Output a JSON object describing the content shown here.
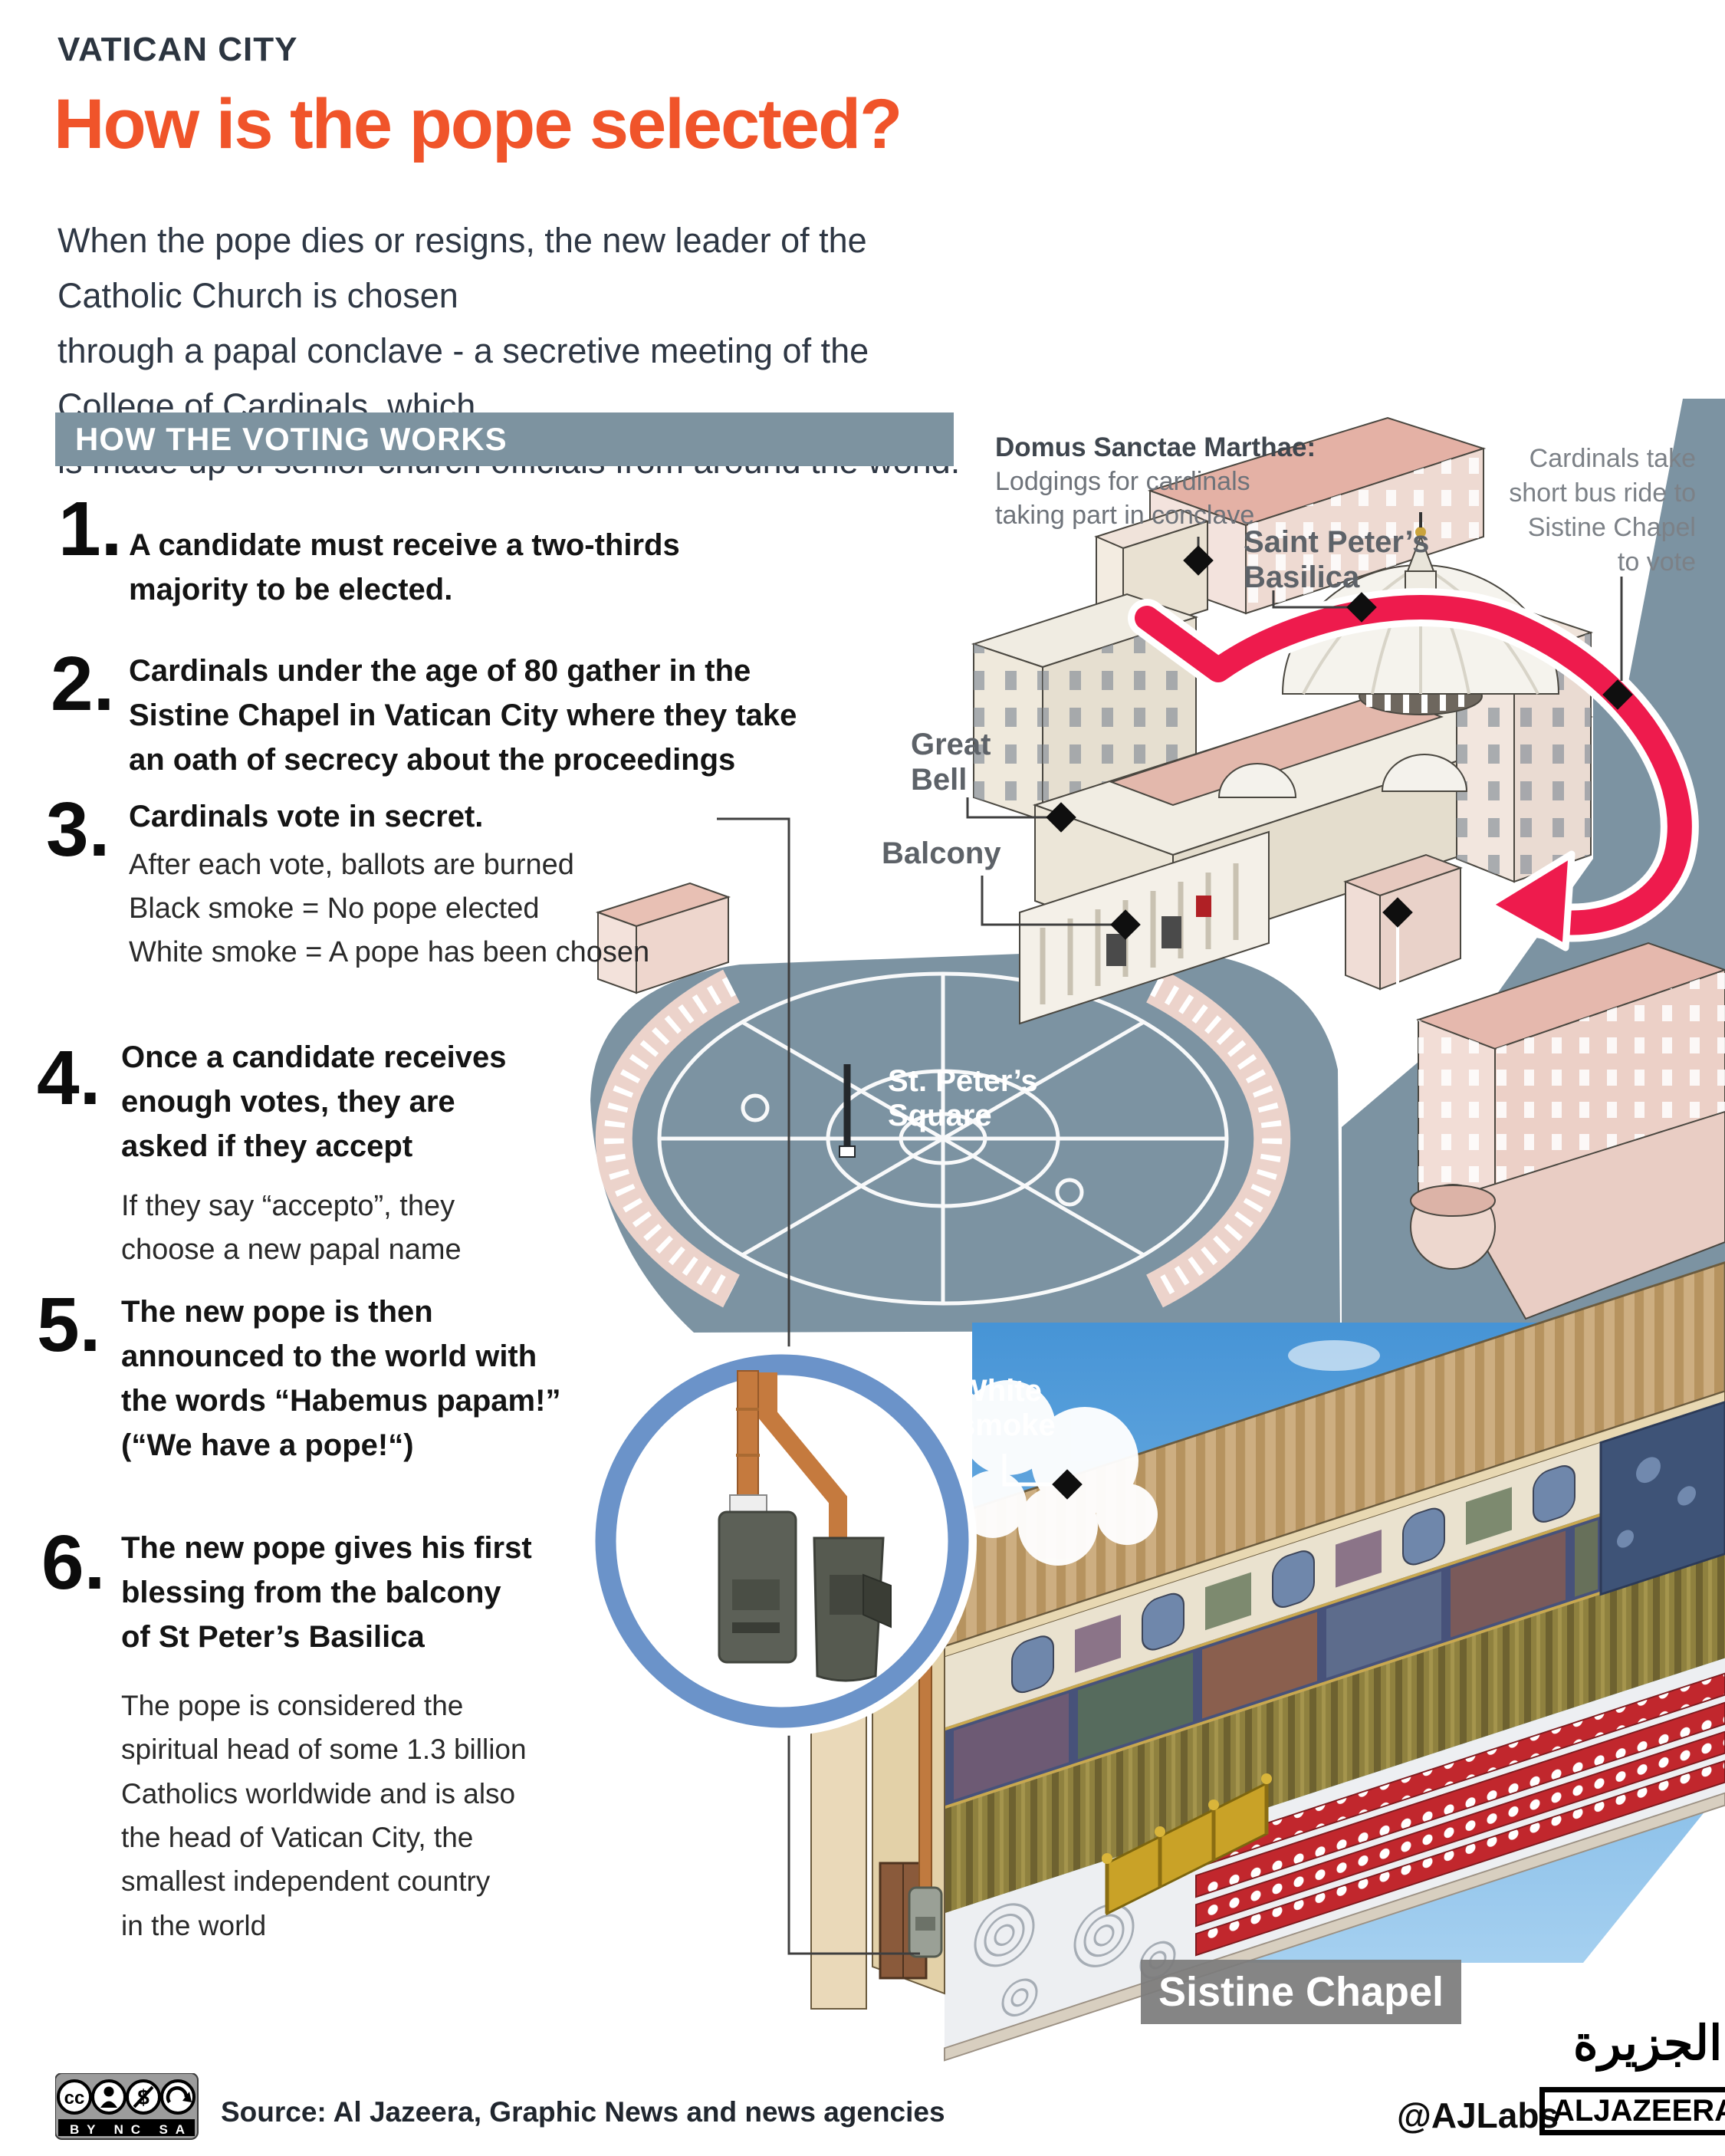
{
  "header": {
    "kicker": "VATICAN CITY",
    "title": "How is the pope selected?",
    "intro": "When the pope dies or resigns, the new leader of the Catholic Church is chosen\nthrough a papal conclave - a secretive meeting of the College of Cardinals, which\nis made up of senior church officials from around the world."
  },
  "section": {
    "title": "HOW THE VOTING WORKS"
  },
  "steps": [
    {
      "num": "1.",
      "heading": "A candidate must receive a two-thirds\nmajority to be elected.",
      "body": ""
    },
    {
      "num": "2.",
      "heading": "Cardinals under the age of 80 gather in the\nSistine Chapel in Vatican City where they take\nan oath of secrecy about the proceedings",
      "body": ""
    },
    {
      "num": "3.",
      "heading": "Cardinals vote in secret.",
      "body": "After each vote, ballots are burned\nBlack smoke = No pope elected\nWhite smoke = A pope has been chosen"
    },
    {
      "num": "4.",
      "heading": "Once a candidate receives\nenough votes, they are\nasked if they accept",
      "body": "If they say “accepto”, they\nchoose a new papal name"
    },
    {
      "num": "5.",
      "heading": "The new pope is then\nannounced to the world with\n the words “Habemus papam!”\n(“We have a pope!“)",
      "body": ""
    },
    {
      "num": "6.",
      "heading": "The new pope gives his first\nblessing from the balcony\nof St Peter’s Basilica",
      "body": ""
    }
  ],
  "note": "The pope is considered the\nspiritual head of some 1.3 billion\nCatholics worldwide and is also\nthe head of Vatican City, the\nsmallest independent country\nin the world",
  "map": {
    "domus_title": "Domus Sanctae Marthae:",
    "domus_body": "Lodgings for cardinals\ntaking part in conclave",
    "bus_note": "Cardinals take\nshort bus ride to\nSistine Chapel\nto vote",
    "basilica_label": "Saint Peter’s\nBasilica",
    "great_bell_label": "Great\nBell",
    "balcony_label": "Balcony",
    "square_label": "St. Peter’s\nSquare",
    "white_smoke_label": "White\nsmoke",
    "chapel_badge": "Sistine Chapel"
  },
  "footer": {
    "source": "Source:  Al Jazeera, Graphic News and news agencies",
    "handle": "@AJLabs",
    "brand": "ALJAZEERA",
    "brand_arabic": "الجزيرة",
    "license_cc": "cc",
    "license_nc": "$",
    "license_terms": "BY NC SA"
  },
  "colors": {
    "accent_orange": "#f0542a",
    "slate_bar": "#7d93a0",
    "ground_blue": "#7c93a2",
    "arrow_red": "#ee1b4d",
    "ring_blue": "#6b93c9",
    "bench_red": "#c1272d",
    "badge_gray": "#7c7c7c",
    "sky_blue": "#4e9bda",
    "building_pink": "#eed5ce",
    "building_cream": "#f1ede3"
  }
}
